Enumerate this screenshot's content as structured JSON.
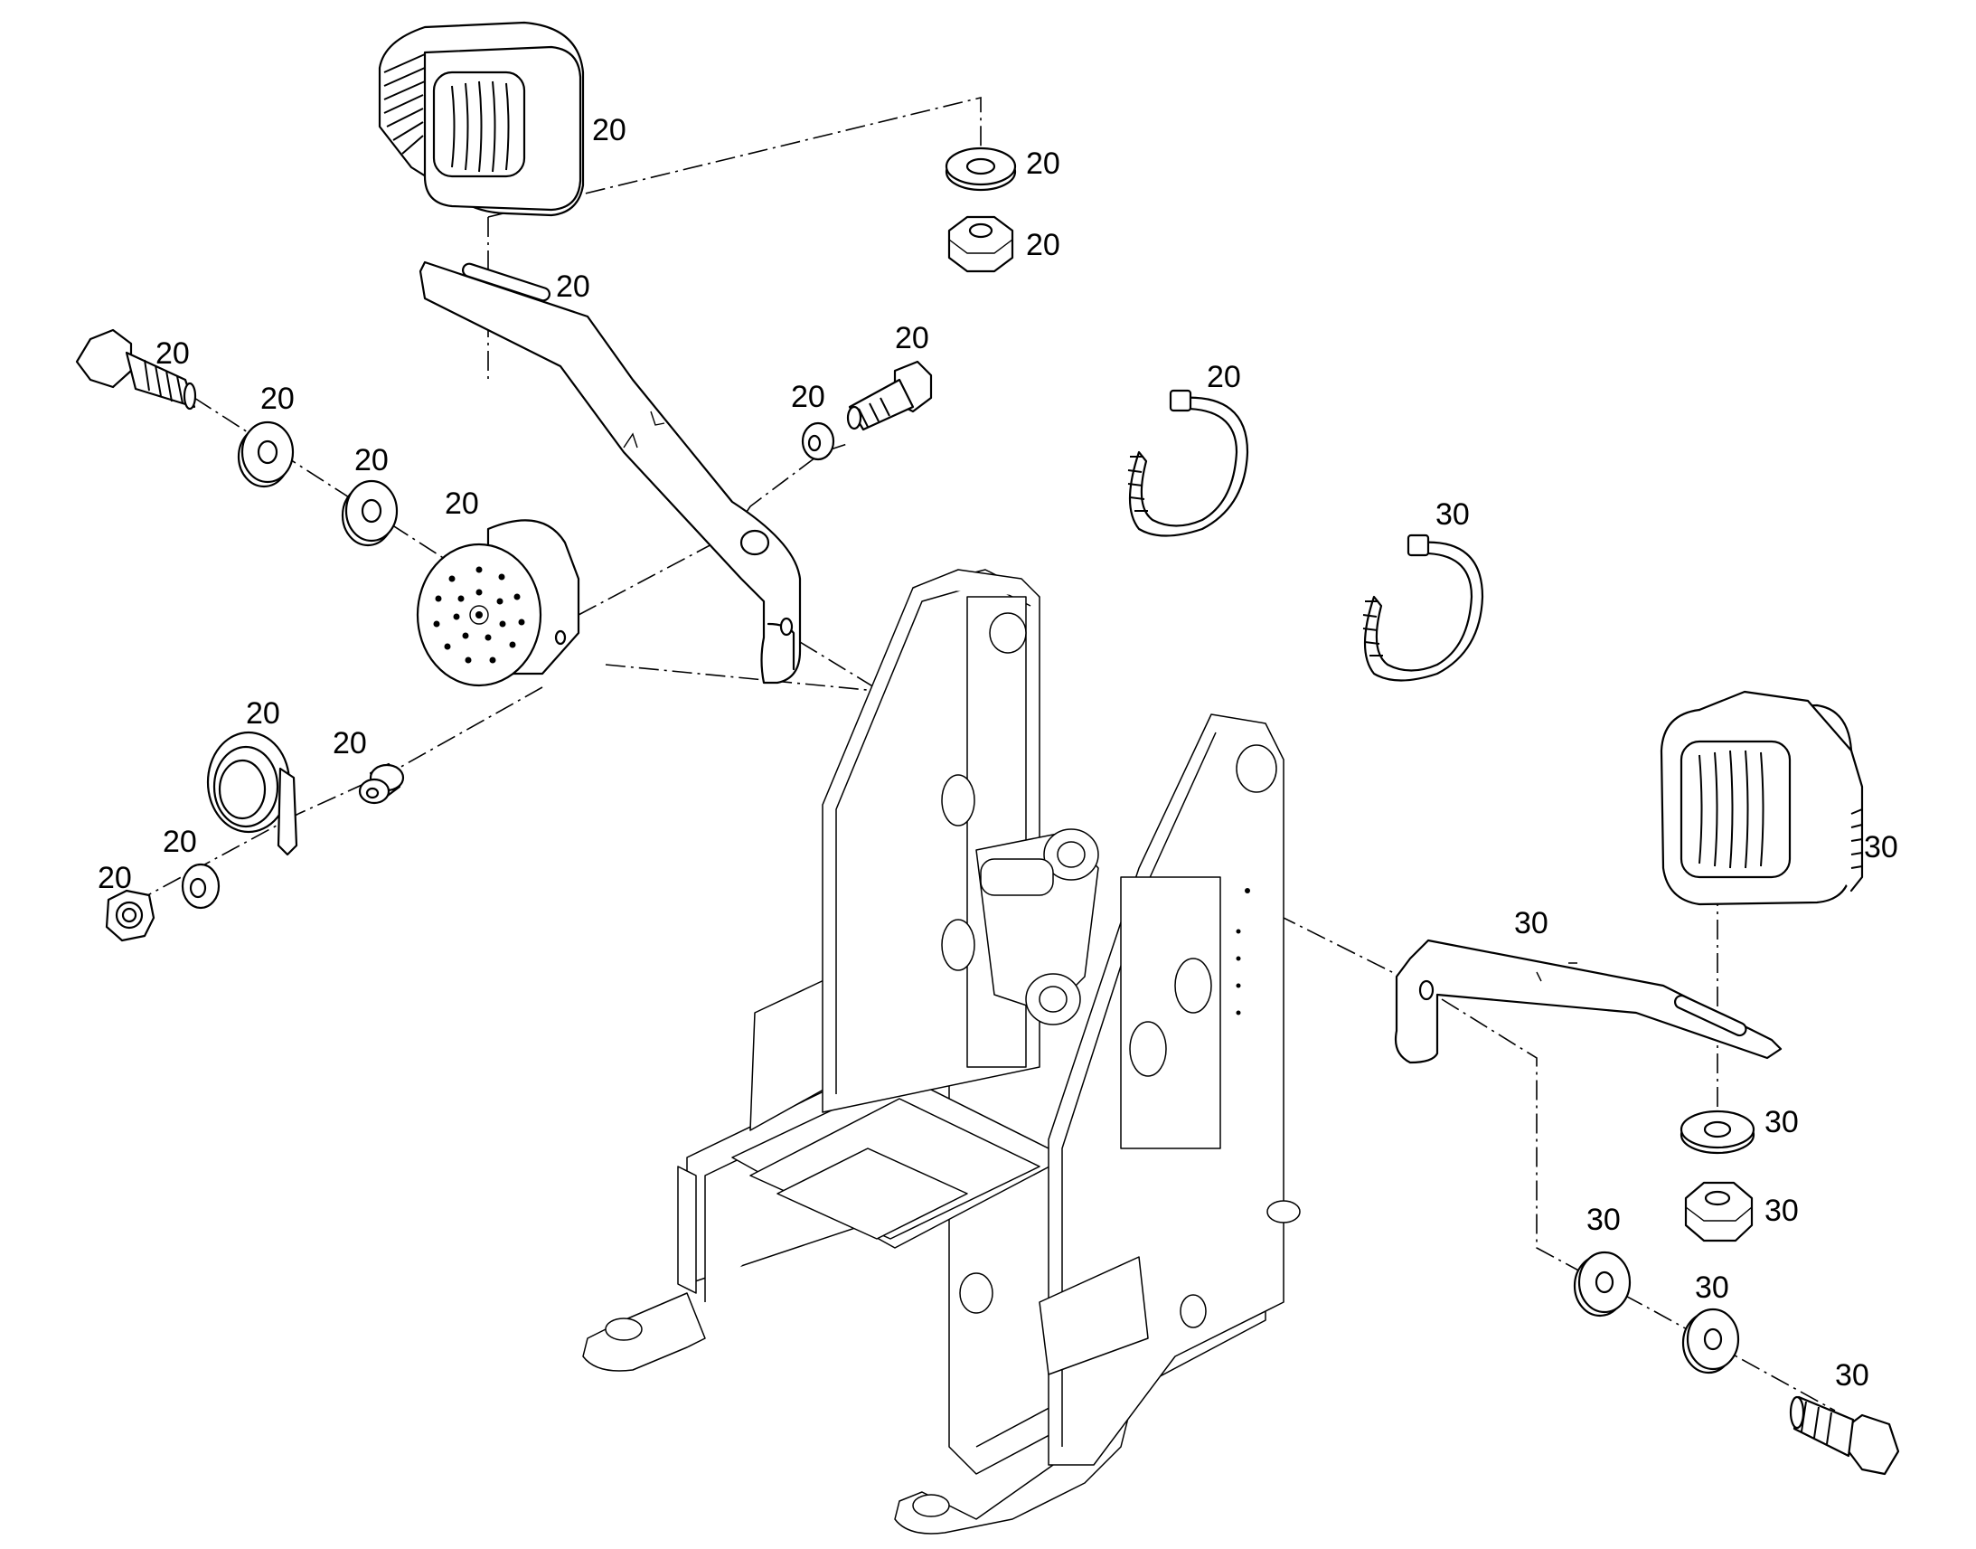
{
  "callouts": {
    "lamp_left": "20",
    "washer_top": "20",
    "nut_top": "20",
    "bracket_left": "20",
    "bolt_left": "20",
    "bolt_small": "20",
    "washer_a": "20",
    "washer_small": "20",
    "washer_b": "20",
    "clamp_left": "20",
    "horn": "20",
    "beacon": "20",
    "spacer": "20",
    "lockwasher_left": "20",
    "nut_left": "20",
    "clamp_right": "30",
    "lamp_right": "30",
    "bracket_right": "30",
    "washer_r1": "30",
    "nut_r1": "30",
    "washer_r2": "30",
    "washer_r3": "30",
    "bolt_right": "30"
  }
}
